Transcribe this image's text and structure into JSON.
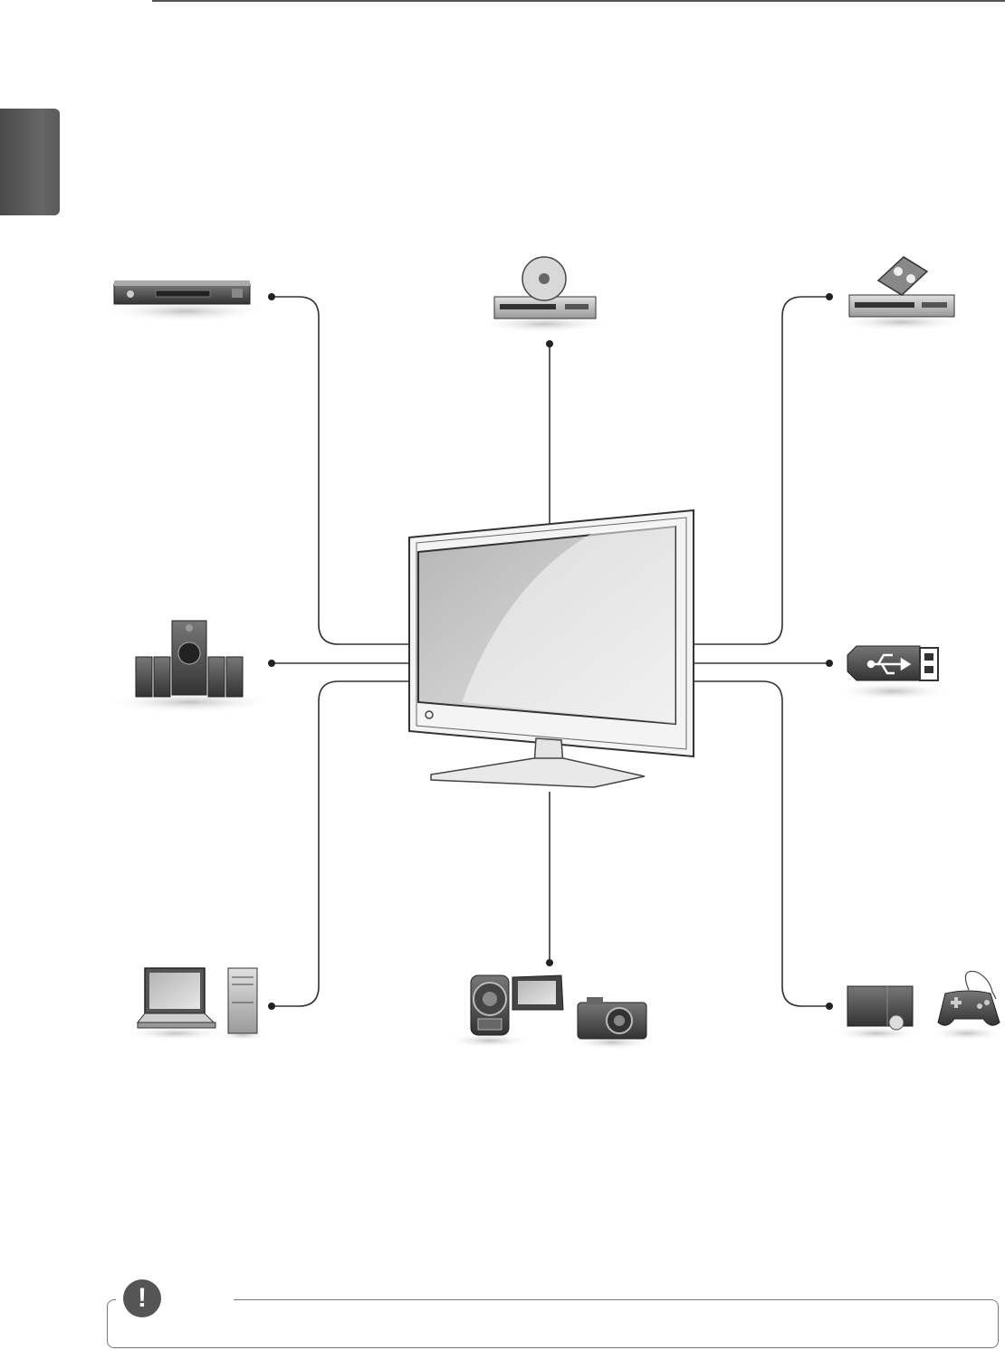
{
  "side_tab": {
    "color": "#5a5a5a"
  },
  "note": {
    "icon": "exclamation-icon",
    "glyph": "!"
  },
  "devices": [
    {
      "id": "hdd-recorder",
      "icon": "recorder-icon"
    },
    {
      "id": "dvd-player",
      "icon": "disc-player-icon"
    },
    {
      "id": "vcr",
      "icon": "vhs-recorder-icon"
    },
    {
      "id": "speakers",
      "icon": "speaker-system-icon"
    },
    {
      "id": "usb",
      "icon": "usb-drive-icon"
    },
    {
      "id": "pc",
      "icon": "computer-icon"
    },
    {
      "id": "camera",
      "icon": "camera-icon"
    },
    {
      "id": "game-console",
      "icon": "gamepad-icon"
    }
  ]
}
